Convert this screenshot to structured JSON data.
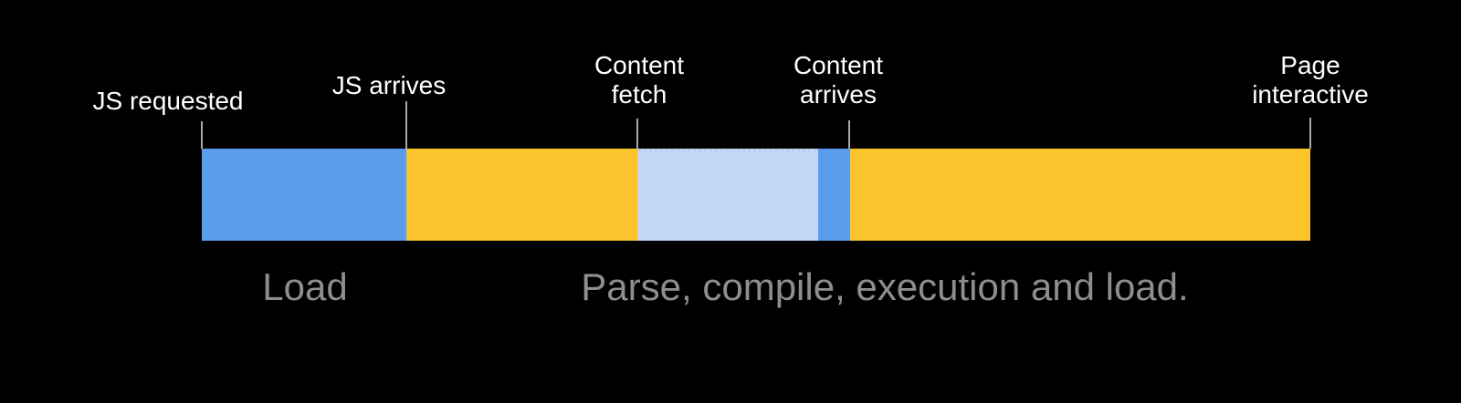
{
  "diagram": {
    "title_hidden": "",
    "background_color": "#000000"
  },
  "colors": {
    "background": "#000000",
    "milestone_text": "#ffffff",
    "caption_text": "#8e8e8e",
    "tick_line": "#a8a8a8",
    "blue": "#5a9ded",
    "yellow": "#fbc32c",
    "light_blue": "#c3d8f6"
  },
  "milestones": [
    {
      "label": "JS requested"
    },
    {
      "label": "JS arrives"
    },
    {
      "label": "Content\nfetch"
    },
    {
      "label": "Content\narrives"
    },
    {
      "label": "Page\ninteractive"
    }
  ],
  "segments": [
    {
      "name": "js-download",
      "color": "#5a9ded"
    },
    {
      "name": "parse-compile",
      "color": "#fbc32c"
    },
    {
      "name": "content-fetch",
      "color": "#c3d8f6"
    },
    {
      "name": "content-arrive",
      "color": "#5a9ded"
    },
    {
      "name": "execute-load",
      "color": "#fbc32c"
    }
  ],
  "captions": {
    "load": "Load",
    "parse": "Parse, compile, execution and load."
  }
}
